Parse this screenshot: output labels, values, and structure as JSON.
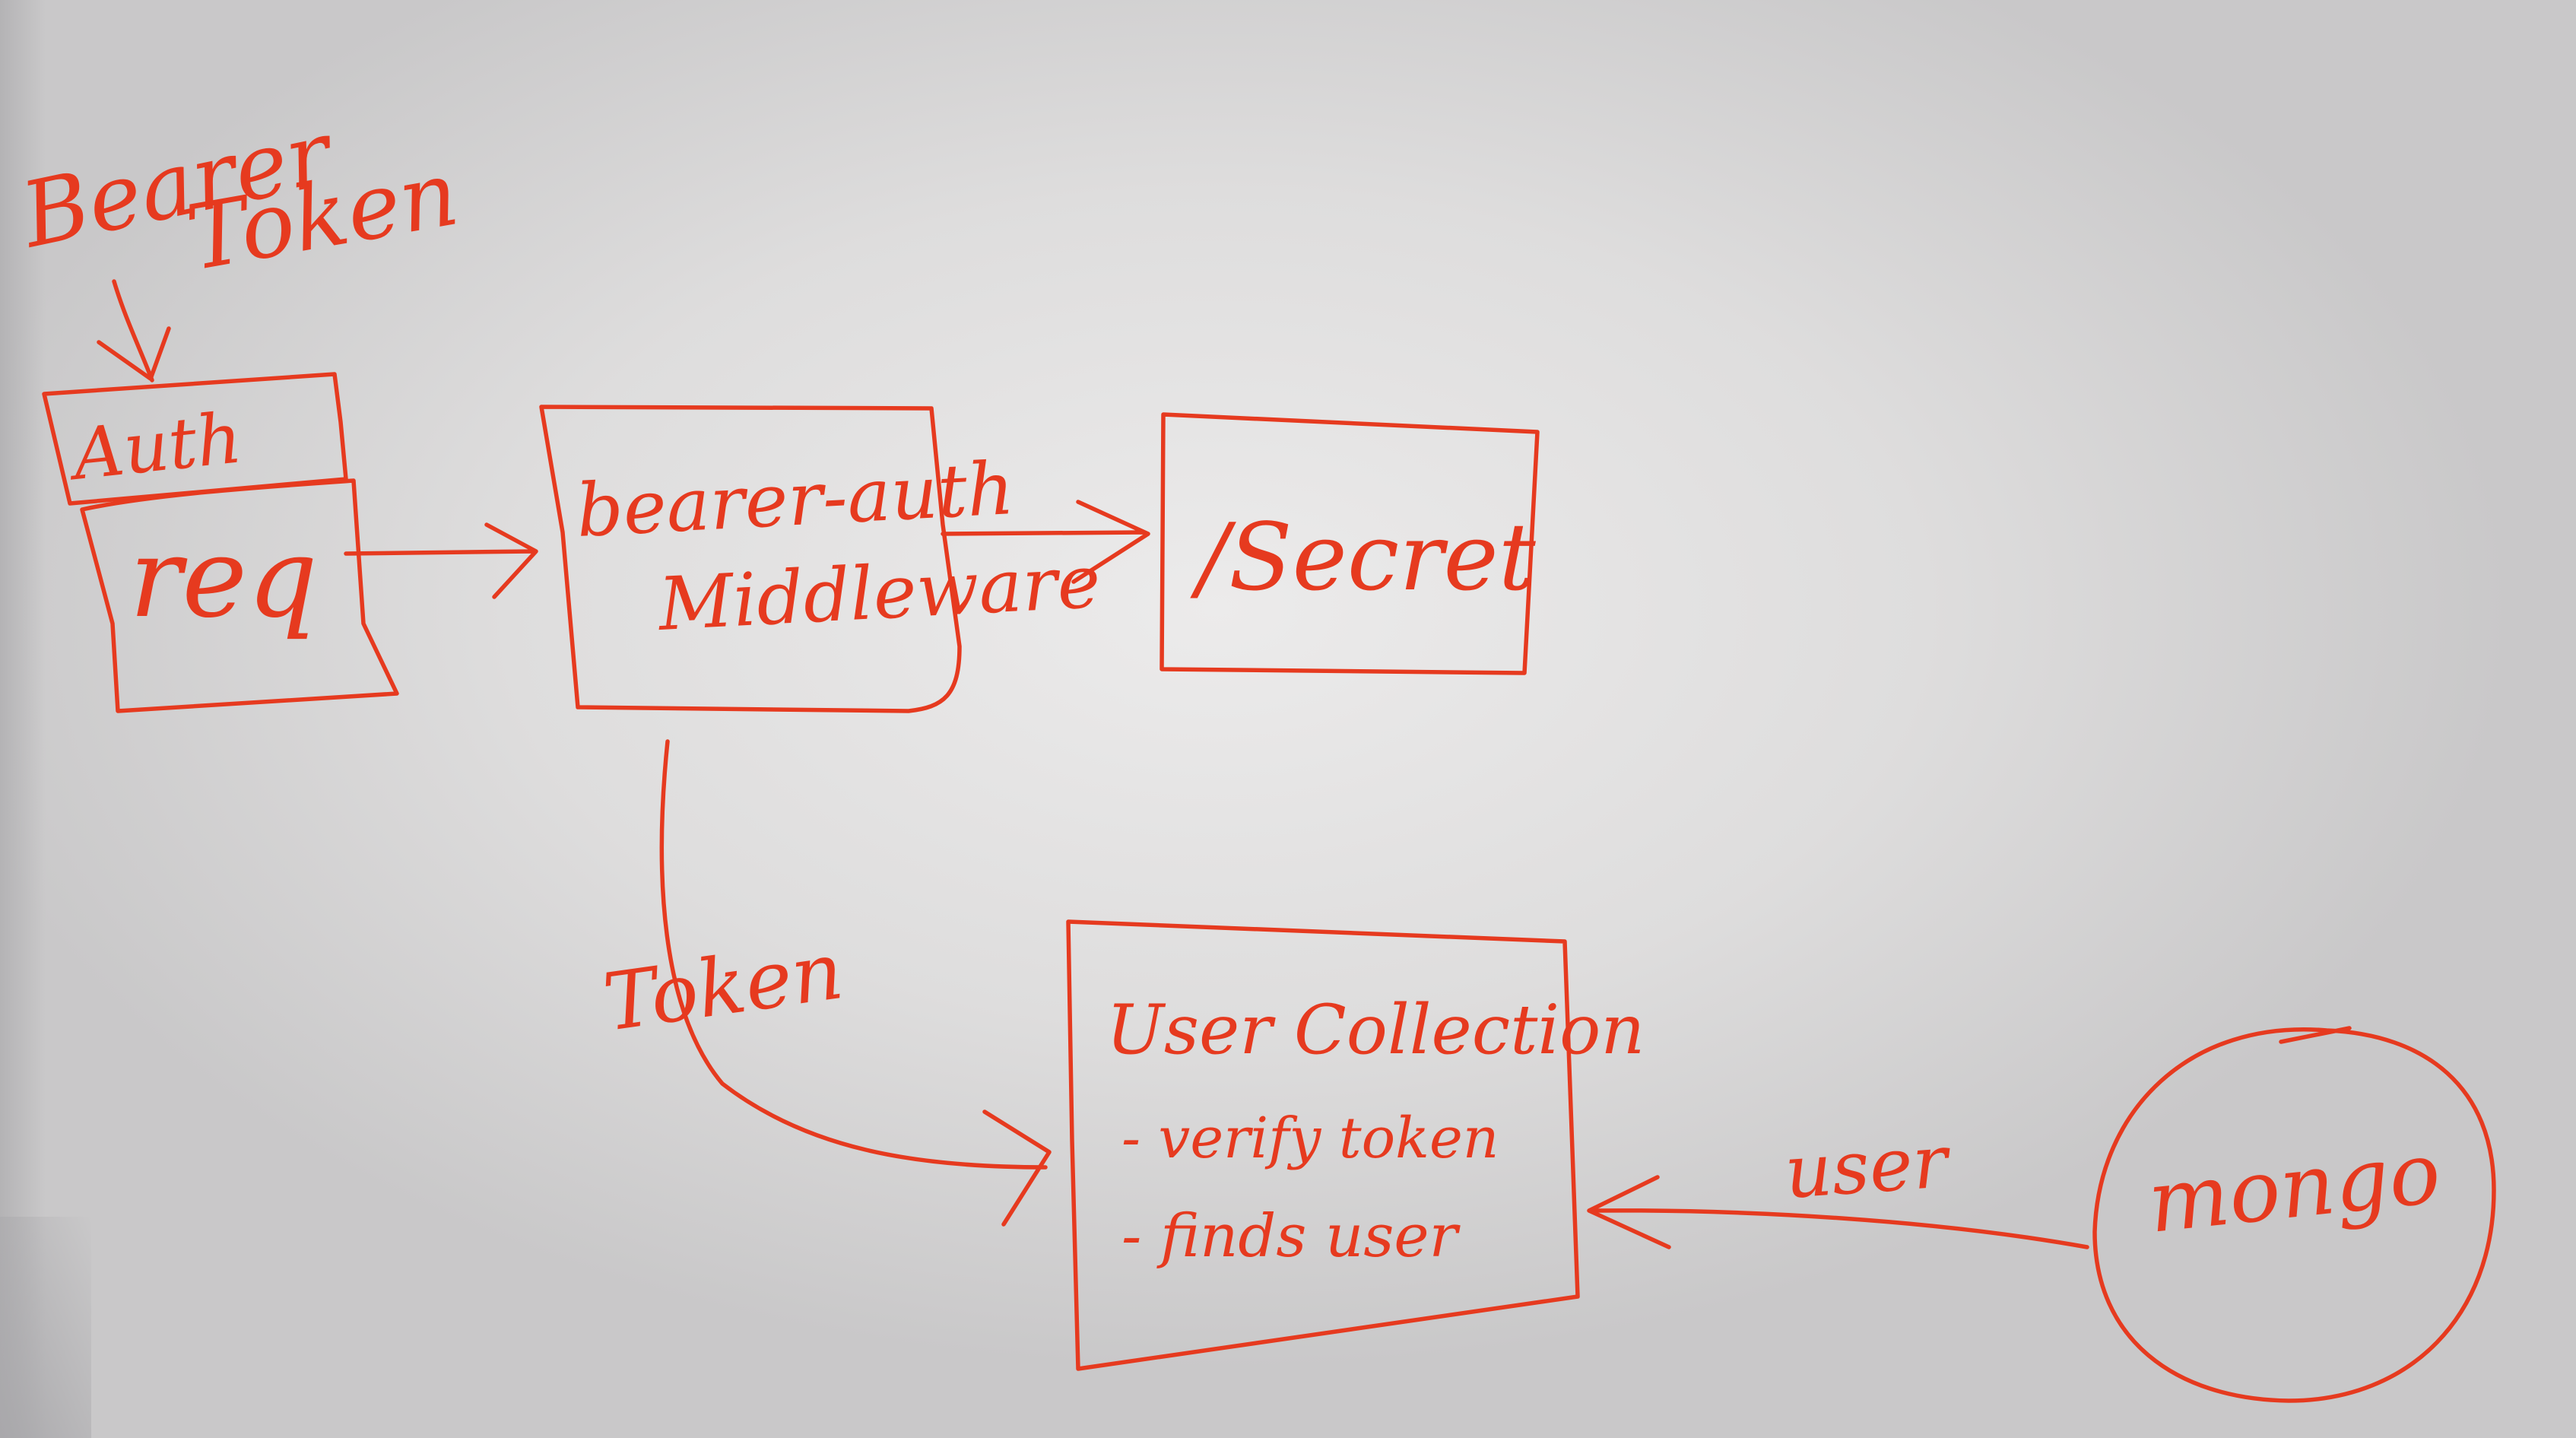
{
  "diagram": {
    "ink_color": "#e63a1f",
    "board_color": "#e6e5e6",
    "labels": {
      "bearer": "Bearer",
      "token_top": "Token",
      "auth": "Auth",
      "req": "req",
      "middleware_line1": "bearer-auth",
      "middleware_line2": "Middleware",
      "secret": "/Secret",
      "token_edge": "Token",
      "collection_title": "User Collection",
      "collection_item1": "- verify token",
      "collection_item2": "- finds user",
      "user_edge": "user",
      "mongo": "mongo"
    }
  }
}
